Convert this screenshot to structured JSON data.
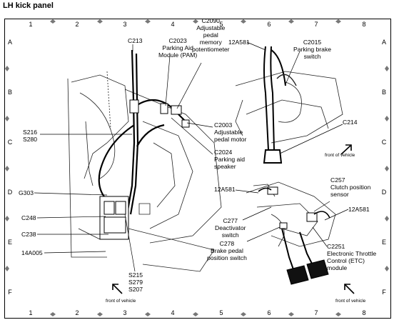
{
  "title": "LH kick panel",
  "columns": [
    "1",
    "2",
    "3",
    "4",
    "5",
    "6",
    "7",
    "8"
  ],
  "rows": [
    "A",
    "B",
    "C",
    "D",
    "E",
    "F"
  ],
  "labels": {
    "c213": "C213",
    "c2023": "C2023\nParking Aid\nModule (PAM)",
    "c2090": "C2090\nAdjustable\npedal\nmemory\npotentiometer",
    "c2003": "C2003\nAdjustable\npedal motor",
    "c2024": "C2024\nParking aid\nspeaker",
    "s216": "S216\nS280",
    "g303": "G303",
    "c248": "C248",
    "c238": "C238",
    "a14a005": "14A005",
    "s215": "S215\nS279\nS207",
    "a12a581_top": "12A581",
    "c2015": "C2015\nParking brake\nswitch",
    "c214": "C214",
    "a12a581_mid": "12A581",
    "c257": "C257\nClutch position\nsensor",
    "a12a581_right": "12A581",
    "c277": "C277\nDeactivator\nswitch",
    "c278": "C278\nBrake pedal\nposition switch",
    "c2251": "C2251\nElectronic Throttle\nControl (ETC)\nmodule"
  },
  "front_of_vehicle": {
    "upper": "front of vehicle",
    "left": "front of vehicle",
    "right": "front of vehicle"
  }
}
